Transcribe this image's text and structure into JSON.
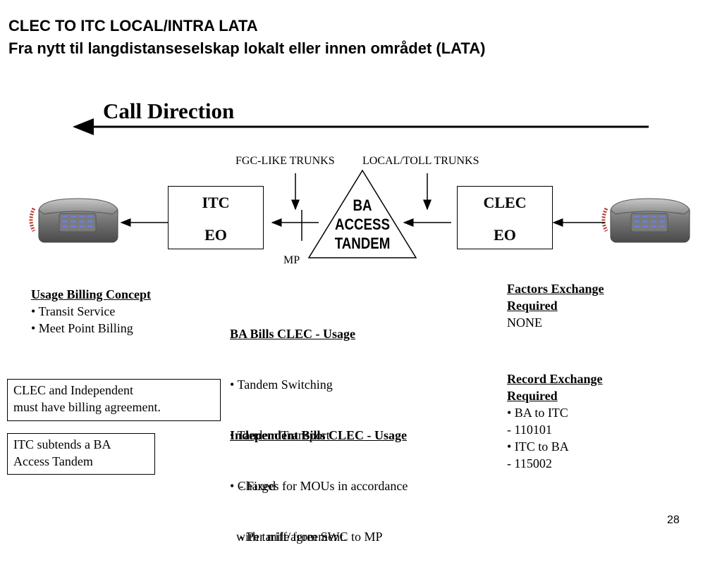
{
  "title": {
    "line1": "CLEC TO ITC LOCAL/INTRA LATA",
    "line2": "Fra nytt til langdistanseselskap lokalt eller innen området (LATA)"
  },
  "call_direction": "Call Direction",
  "diagram": {
    "fgc_label": "FGC-LIKE TRUNKS",
    "local_toll_label": "LOCAL/TOLL TRUNKS",
    "itc_box": {
      "line1": "ITC",
      "line2": "EO"
    },
    "clec_box": {
      "line1": "CLEC",
      "line2": "EO"
    },
    "tandem": {
      "line1": "BA",
      "line2": "ACCESS",
      "line3": "TANDEM"
    },
    "mp_label": "MP"
  },
  "usage_billing": {
    "heading": "Usage Billing Concept",
    "items": [
      "• Transit Service",
      "• Meet Point Billing"
    ]
  },
  "ba_bills": {
    "heading": "BA Bills CLEC - Usage",
    "items": [
      "• Tandem Switching",
      "• Tandem Transport",
      "   - Fixed",
      "   - Per mile from SWC to MP"
    ]
  },
  "independent_bills": {
    "heading": "Independent Bills CLEC - Usage",
    "items": [
      "• Charges for MOUs in accordance",
      "  with tariff/agreement."
    ]
  },
  "factors_exchange": {
    "heading_line1": "Factors Exchange ",
    "heading_line2": "Required",
    "value": "NONE"
  },
  "record_exchange": {
    "heading_line1": "Record Exchange ",
    "heading_line2": "Required",
    "items": [
      "• BA to ITC",
      "- 110101",
      "• ITC to BA",
      "- 115002"
    ]
  },
  "notes": {
    "billing_agreement": [
      "CLEC and Independent",
      "must have billing agreement."
    ],
    "subtends": [
      "ITC subtends a BA",
      "Access Tandem"
    ]
  },
  "page_number": "28"
}
